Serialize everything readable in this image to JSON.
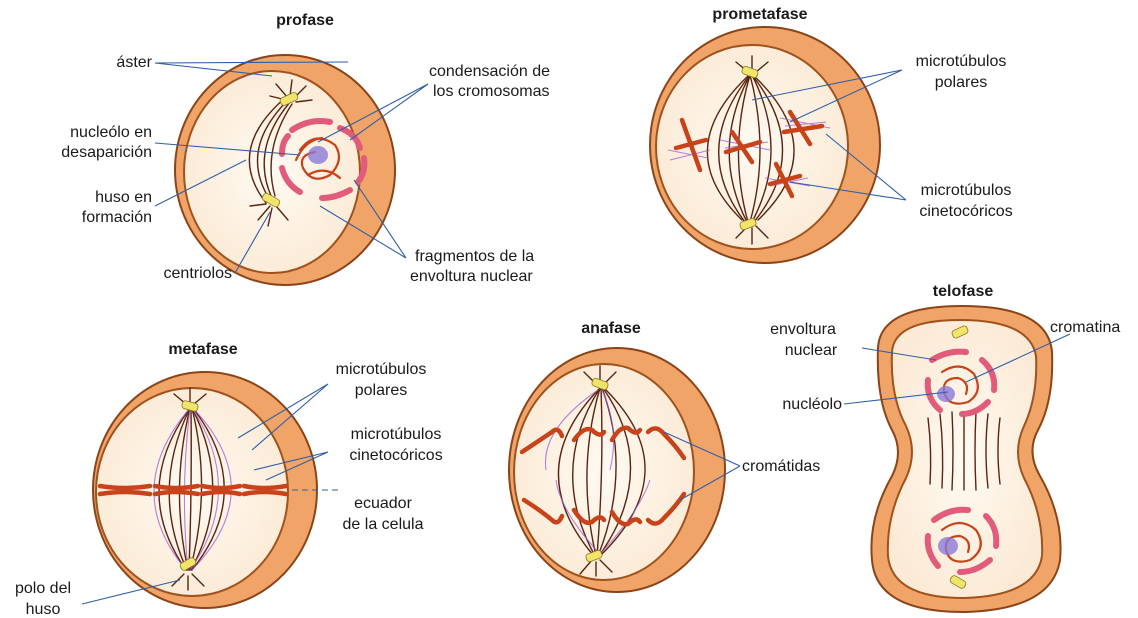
{
  "diagram": {
    "phases": {
      "profase": {
        "title": "profase",
        "labels": {
          "aster": "áster",
          "nucleolo": [
            "nucleólo en",
            "desaparición"
          ],
          "huso": [
            "huso en",
            "formación"
          ],
          "centriolos": "centriolos",
          "condensacion": [
            "condensación de",
            "los cromosomas"
          ],
          "fragmentos": [
            "fragmentos de la",
            "envoltura nuclear"
          ]
        }
      },
      "prometafase": {
        "title": "prometafase",
        "labels": {
          "polares": [
            "microtúbulos",
            "polares"
          ],
          "cinetocoricos": [
            "microtúbulos",
            "cinetocóricos"
          ]
        }
      },
      "metafase": {
        "title": "metafase",
        "labels": {
          "polares": [
            "microtúbulos",
            "polares"
          ],
          "cinetocoricos": [
            "microtúbulos",
            "cinetocóricos"
          ],
          "ecuador": [
            "ecuador",
            "de la celula"
          ],
          "polo": [
            "polo del",
            "huso"
          ]
        }
      },
      "anafase": {
        "title": "anafase",
        "labels": {
          "cromatidas": "cromátidas"
        }
      },
      "telofase": {
        "title": "telofase",
        "labels": {
          "envoltura": [
            "envoltura",
            "nuclear"
          ],
          "nucleolo": "nucléolo",
          "cromatina": "cromatina"
        }
      }
    }
  }
}
